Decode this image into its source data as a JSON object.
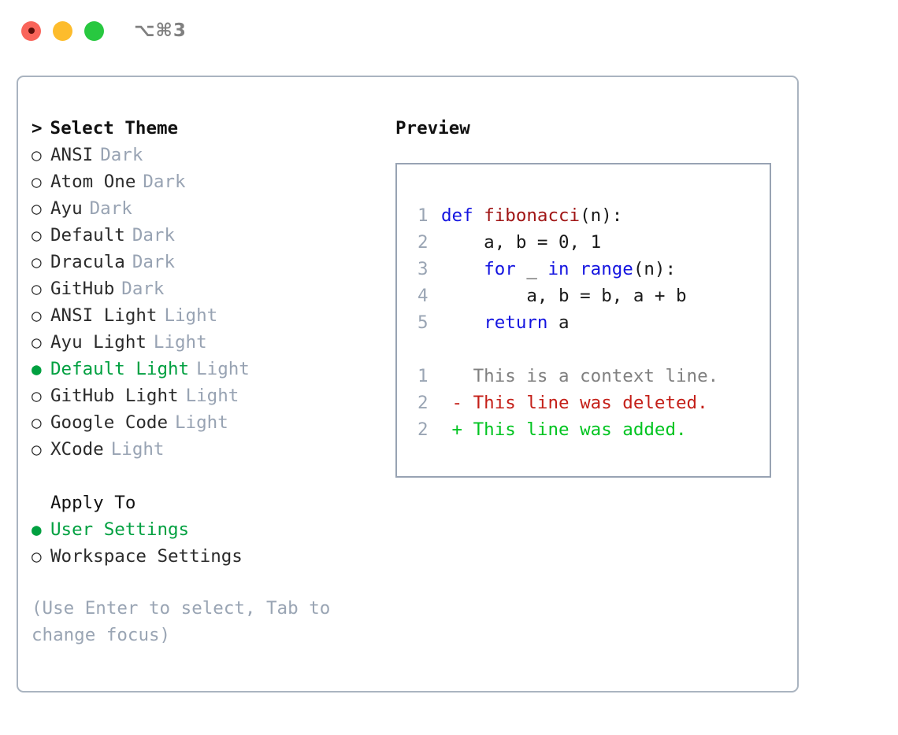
{
  "titlebar": {
    "shortcut": "⌥⌘3",
    "buttons": [
      {
        "name": "close",
        "color": "#f9645a"
      },
      {
        "name": "minimize",
        "color": "#fdbc2c"
      },
      {
        "name": "maximize",
        "color": "#28c840"
      }
    ]
  },
  "theme_list": {
    "heading": "Select Theme",
    "caret": ">",
    "marker_off": "○",
    "marker_on": "●",
    "accent_color": "#00a040",
    "tag_color": "#98a3b3",
    "items": [
      {
        "name": "ANSI",
        "tag": "Dark",
        "selected": false
      },
      {
        "name": "Atom One",
        "tag": "Dark",
        "selected": false
      },
      {
        "name": "Ayu",
        "tag": "Dark",
        "selected": false
      },
      {
        "name": "Default",
        "tag": "Dark",
        "selected": false
      },
      {
        "name": "Dracula",
        "tag": "Dark",
        "selected": false
      },
      {
        "name": "GitHub",
        "tag": "Dark",
        "selected": false
      },
      {
        "name": "ANSI Light",
        "tag": "Light",
        "selected": false
      },
      {
        "name": "Ayu Light",
        "tag": "Light",
        "selected": false
      },
      {
        "name": "Default Light",
        "tag": "Light",
        "selected": true
      },
      {
        "name": "GitHub Light",
        "tag": "Light",
        "selected": false
      },
      {
        "name": "Google Code",
        "tag": "Light",
        "selected": false
      },
      {
        "name": "XCode",
        "tag": "Light",
        "selected": false
      }
    ]
  },
  "apply_to": {
    "heading": "Apply To",
    "options": [
      {
        "name": "User Settings",
        "selected": true
      },
      {
        "name": "Workspace Settings",
        "selected": false
      }
    ]
  },
  "hint": "(Use Enter to select, Tab to change focus)",
  "preview": {
    "title": "Preview",
    "code_lines": [
      {
        "no": "1",
        "tokens": [
          {
            "t": "def",
            "c": "kw"
          },
          {
            "t": " ",
            "c": "pl"
          },
          {
            "t": "fibonacci",
            "c": "fn"
          },
          {
            "t": "(n):",
            "c": "pl"
          }
        ]
      },
      {
        "no": "2",
        "tokens": [
          {
            "t": "    a, b = 0, 1",
            "c": "pl"
          }
        ]
      },
      {
        "no": "3",
        "tokens": [
          {
            "t": "    ",
            "c": "pl"
          },
          {
            "t": "for",
            "c": "kw"
          },
          {
            "t": " _ ",
            "c": "pl"
          },
          {
            "t": "in",
            "c": "kw"
          },
          {
            "t": " ",
            "c": "pl"
          },
          {
            "t": "range",
            "c": "kw"
          },
          {
            "t": "(n):",
            "c": "pl"
          }
        ]
      },
      {
        "no": "4",
        "tokens": [
          {
            "t": "        a, b = b, a + b",
            "c": "pl"
          }
        ]
      },
      {
        "no": "5",
        "tokens": [
          {
            "t": "    ",
            "c": "pl"
          },
          {
            "t": "return",
            "c": "kw"
          },
          {
            "t": " a",
            "c": "pl"
          }
        ]
      }
    ],
    "diff_lines": [
      {
        "no": "1",
        "sign": " ",
        "text": "This is a context line.",
        "kind": "context"
      },
      {
        "no": "2",
        "sign": "-",
        "text": "This line was deleted.",
        "kind": "del"
      },
      {
        "no": "2",
        "sign": "+",
        "text": "This line was added.",
        "kind": "add"
      }
    ]
  }
}
